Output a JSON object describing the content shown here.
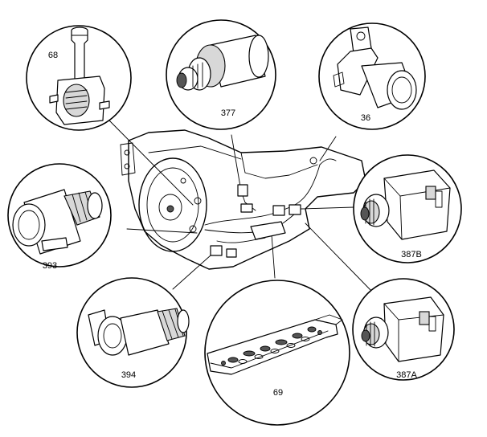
{
  "callouts": [
    {
      "id": "68",
      "label": "68"
    },
    {
      "id": "377",
      "label": "377"
    },
    {
      "id": "36",
      "label": "36"
    },
    {
      "id": "393",
      "label": "393"
    },
    {
      "id": "387b",
      "label": "387B"
    },
    {
      "id": "394",
      "label": "394"
    },
    {
      "id": "69",
      "label": "69"
    },
    {
      "id": "387a",
      "label": "387A"
    }
  ],
  "colors": {
    "line": "#000000",
    "background": "#ffffff",
    "shade": "#d8d8d8"
  }
}
